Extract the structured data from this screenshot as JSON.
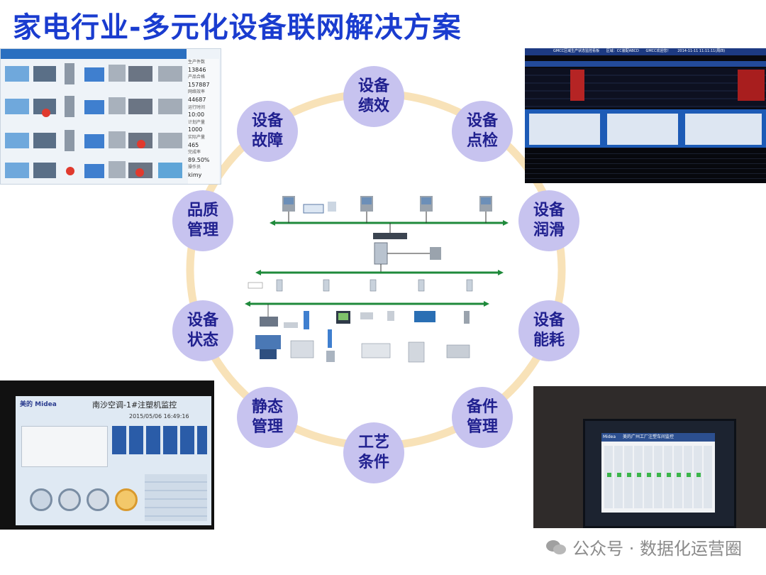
{
  "title": "家电行业-多元化设备联网解决方案",
  "nodes": [
    {
      "id": "perf",
      "l1": "设备",
      "l2": "绩效"
    },
    {
      "id": "check",
      "l1": "设备",
      "l2": "点检"
    },
    {
      "id": "lube",
      "l1": "设备",
      "l2": "润滑"
    },
    {
      "id": "energy",
      "l1": "设备",
      "l2": "能耗"
    },
    {
      "id": "spare",
      "l1": "备件",
      "l2": "管理"
    },
    {
      "id": "process",
      "l1": "工艺",
      "l2": "条件"
    },
    {
      "id": "static",
      "l1": "静态",
      "l2": "管理"
    },
    {
      "id": "status",
      "l1": "设备",
      "l2": "状态"
    },
    {
      "id": "quality",
      "l1": "品质",
      "l2": "管理"
    },
    {
      "id": "fault",
      "l1": "设备",
      "l2": "故障"
    }
  ],
  "top_left_panel": {
    "stats": [
      "生产件数",
      "13846",
      "产品合格",
      "157887",
      "网络效率",
      "44687",
      "运行时间",
      "10:00",
      "计划产量",
      "1000",
      "实际产量",
      "465",
      "完成率",
      "89.50%",
      "操作员",
      "kimy"
    ]
  },
  "top_right_panel": {
    "header": "GMCC区域生产状态监控看板",
    "region": "区域：CC装配ABCD",
    "welcome": "GMCC欢迎您！",
    "datetime": "2014-11-11 11:11:11(周四)"
  },
  "bottom_left_screen": {
    "brand": "Midea",
    "brand_cn": "美的",
    "title": "南沙空调-1#注塑机监控",
    "datetime": "2015/05/06 16:49:16"
  },
  "bottom_right_screen": {
    "brand": "Midea",
    "title": "美的广州工厂注塑车间监控"
  },
  "watermark": "公众号 · 数据化运营圈",
  "colors": {
    "title": "#1a3ccf",
    "node_fill": "#c7c3ef",
    "node_text": "#20208f",
    "ring": "#f8e2b8",
    "bus": "#1f8a3b"
  }
}
